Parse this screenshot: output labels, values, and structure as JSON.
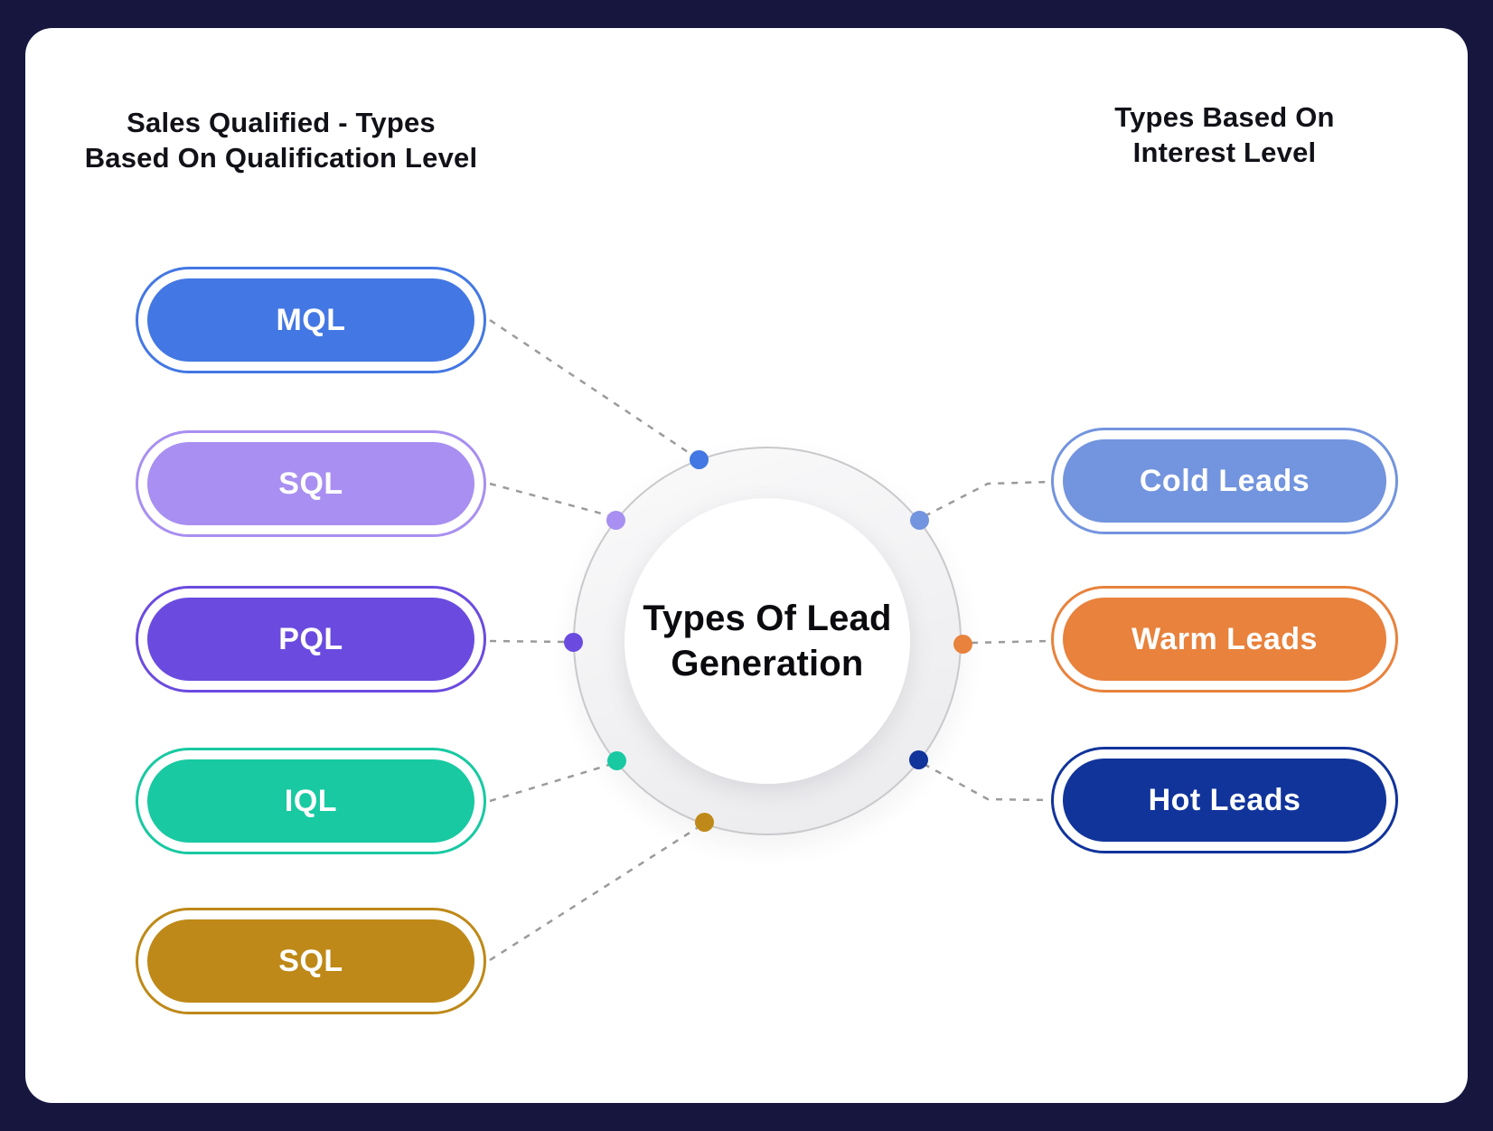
{
  "canvas": {
    "frame_color": "#16163F"
  },
  "left_group": {
    "heading_line1": "Sales Qualified - Types",
    "heading_line2": "Based On Qualification Level",
    "pills": [
      {
        "label": "MQL",
        "color": "#4377E3"
      },
      {
        "label": "SQL",
        "color": "#A88FF1"
      },
      {
        "label": "PQL",
        "color": "#6B4BDF"
      },
      {
        "label": "IQL",
        "color": "#18C9A2"
      },
      {
        "label": "SQL",
        "color": "#BE8918"
      }
    ]
  },
  "right_group": {
    "heading_line1": "Types Based On",
    "heading_line2": "Interest Level",
    "pills": [
      {
        "label": "Cold Leads",
        "color": "#7394DE"
      },
      {
        "label": "Warm Leads",
        "color": "#E8823C"
      },
      {
        "label": "Hot Leads",
        "color": "#11349B"
      }
    ]
  },
  "center": {
    "title_line1": "Types Of Lead",
    "title_line2": "Generation"
  },
  "colors": {
    "connector": "#9B9B9B",
    "ring_border": "#C9C9CC",
    "heading_text": "#111118"
  }
}
